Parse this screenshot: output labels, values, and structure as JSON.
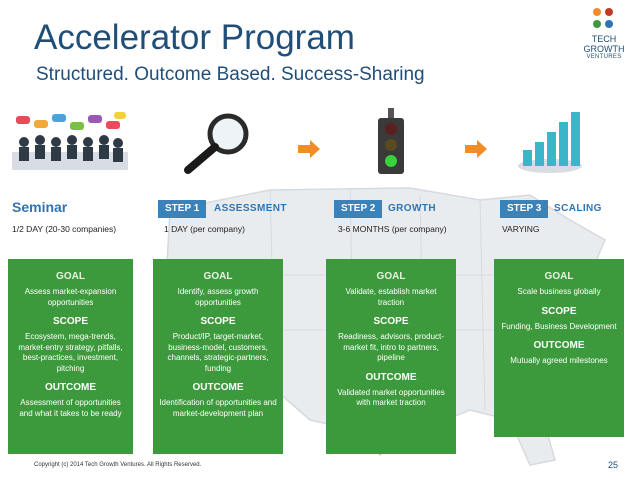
{
  "title": "Accelerator Program",
  "subtitle": "Structured. Outcome Based. Success-Sharing",
  "logo": {
    "line1": "TECH GROWTH",
    "line2": "VENTURES"
  },
  "colors": {
    "title": "#1f4e79",
    "green": "#3c9a3c",
    "step_blue": "#3a82b8",
    "arrow": "#f28c28"
  },
  "icons": [
    "audience-people-icon",
    "magnifying-glass-icon",
    "traffic-light-icon",
    "bar-chart-growth-icon"
  ],
  "stages": [
    {
      "badge": "",
      "name": "Seminar",
      "duration": "1/2 DAY (20-30 companies)",
      "goal_h": "GOAL",
      "goal": "Assess market-expansion opportunities",
      "scope_h": "SCOPE",
      "scope": "Ecosystem, mega-trends, market-entry strategy, pitfalls, best-practices, investment, pitching",
      "outcome_h": "OUTCOME",
      "outcome": "Assessment of opportunities and what it takes to be ready"
    },
    {
      "badge": "STEP 1",
      "name": "ASSESSMENT",
      "duration": "1 DAY (per company)",
      "goal_h": "GOAL",
      "goal": "Identify, assess growth opportunities",
      "scope_h": "SCOPE",
      "scope": "Product/IP, target-market, business-model, customers, channels, strategic-partners, funding",
      "outcome_h": "OUTCOME",
      "outcome": "Identification of opportunities and market-development plan"
    },
    {
      "badge": "STEP 2",
      "name": "GROWTH",
      "duration": "3-6 MONTHS (per company)",
      "goal_h": "GOAL",
      "goal": "Validate, establish market traction",
      "scope_h": "SCOPE",
      "scope": "Readiness, advisors, product-market fit, intro to partners, pipeline",
      "outcome_h": "OUTCOME",
      "outcome": "Validated market opportunities with market traction"
    },
    {
      "badge": "STEP 3",
      "name": "SCALING",
      "duration": "VARYING",
      "goal_h": "GOAL",
      "goal": "Scale business globally",
      "scope_h": "SCOPE",
      "scope": "Funding, Business Development",
      "outcome_h": "OUTCOME",
      "outcome": "Mutually agreed milestones"
    }
  ],
  "footer": "Copyright (c) 2014 Tech Growth Ventures.  All Rights Reserved.",
  "page_number": "25"
}
